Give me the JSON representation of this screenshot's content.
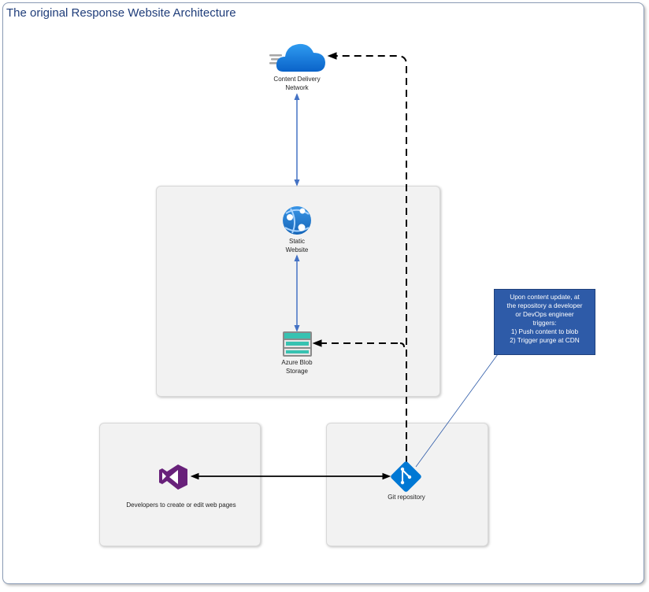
{
  "title": "The original Response Website Architecture",
  "nodes": {
    "cdn": {
      "line1": "Content Delivery",
      "line2": "Network",
      "icon": "cloud-icon"
    },
    "static_website": {
      "line1": "Static",
      "line2": "Website",
      "icon": "app-service-globe-icon"
    },
    "blob_storage": {
      "line1": "Azure Blob",
      "line2": "Storage",
      "icon": "storage-account-icon"
    },
    "developers": {
      "label": "Developers to create or edit web pages",
      "icon": "visual-studio-icon"
    },
    "git": {
      "label": "Git repository",
      "icon": "git-icon"
    }
  },
  "note": {
    "lines": [
      "Upon content update, at",
      "the repository a developer",
      "or DevOps engineer",
      "triggers:",
      "1) Push content to blob",
      "2) Trigger purge at CDN"
    ]
  },
  "colors": {
    "title": "#1f3d7a",
    "note_bg": "#2e5ba8",
    "arrow_blue": "#4472c4",
    "vs_purple": "#68217a",
    "git_blue": "#0078d4"
  }
}
